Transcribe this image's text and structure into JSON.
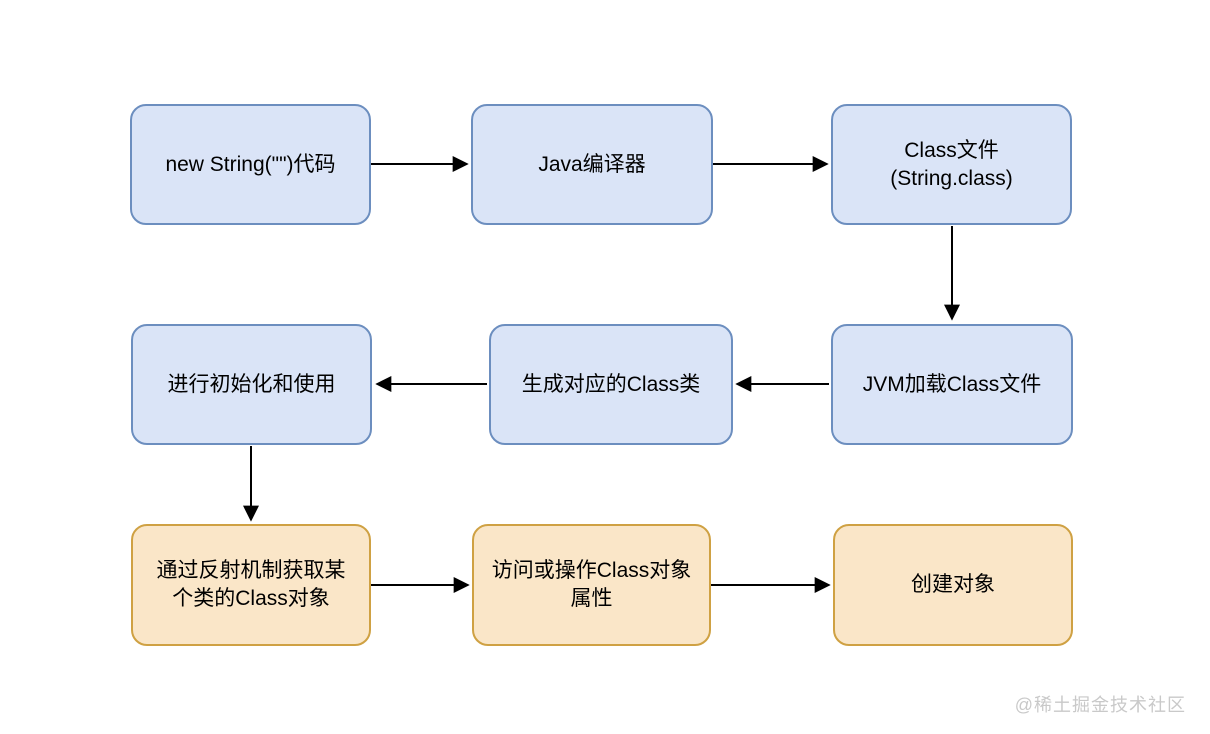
{
  "diagram": {
    "type": "flowchart",
    "nodes": [
      {
        "id": "source-code",
        "label": "new String(\"\")代码",
        "style": "blue"
      },
      {
        "id": "java-compiler",
        "label": "Java编译器",
        "style": "blue"
      },
      {
        "id": "class-file",
        "label": "Class文件\n(String.class)",
        "style": "blue"
      },
      {
        "id": "jvm-load",
        "label": "JVM加载Class文件",
        "style": "blue"
      },
      {
        "id": "generate-class",
        "label": "生成对应的Class类",
        "style": "blue"
      },
      {
        "id": "init-use",
        "label": "进行初始化和使用",
        "style": "blue"
      },
      {
        "id": "reflection-get",
        "label": "通过反射机制获取某\n个类的Class对象",
        "style": "orange"
      },
      {
        "id": "access-attrs",
        "label": "访问或操作Class对象\n属性",
        "style": "orange"
      },
      {
        "id": "create-object",
        "label": "创建对象",
        "style": "orange"
      }
    ],
    "edges": [
      {
        "from": "source-code",
        "to": "java-compiler",
        "direction": "right"
      },
      {
        "from": "java-compiler",
        "to": "class-file",
        "direction": "right"
      },
      {
        "from": "class-file",
        "to": "jvm-load",
        "direction": "down"
      },
      {
        "from": "jvm-load",
        "to": "generate-class",
        "direction": "left"
      },
      {
        "from": "generate-class",
        "to": "init-use",
        "direction": "left"
      },
      {
        "from": "init-use",
        "to": "reflection-get",
        "direction": "down"
      },
      {
        "from": "reflection-get",
        "to": "access-attrs",
        "direction": "right"
      },
      {
        "from": "access-attrs",
        "to": "create-object",
        "direction": "right"
      }
    ],
    "colors": {
      "blue_fill": "#dae4f7",
      "blue_stroke": "#6c8ebf",
      "orange_fill": "#fae6c8",
      "orange_stroke": "#cfa143",
      "arrow_color": "#000000",
      "text_color": "#000000",
      "watermark_color": "#c9c9c9",
      "bg_color": "#ffffff"
    }
  },
  "watermark": "@稀土掘金技术社区"
}
